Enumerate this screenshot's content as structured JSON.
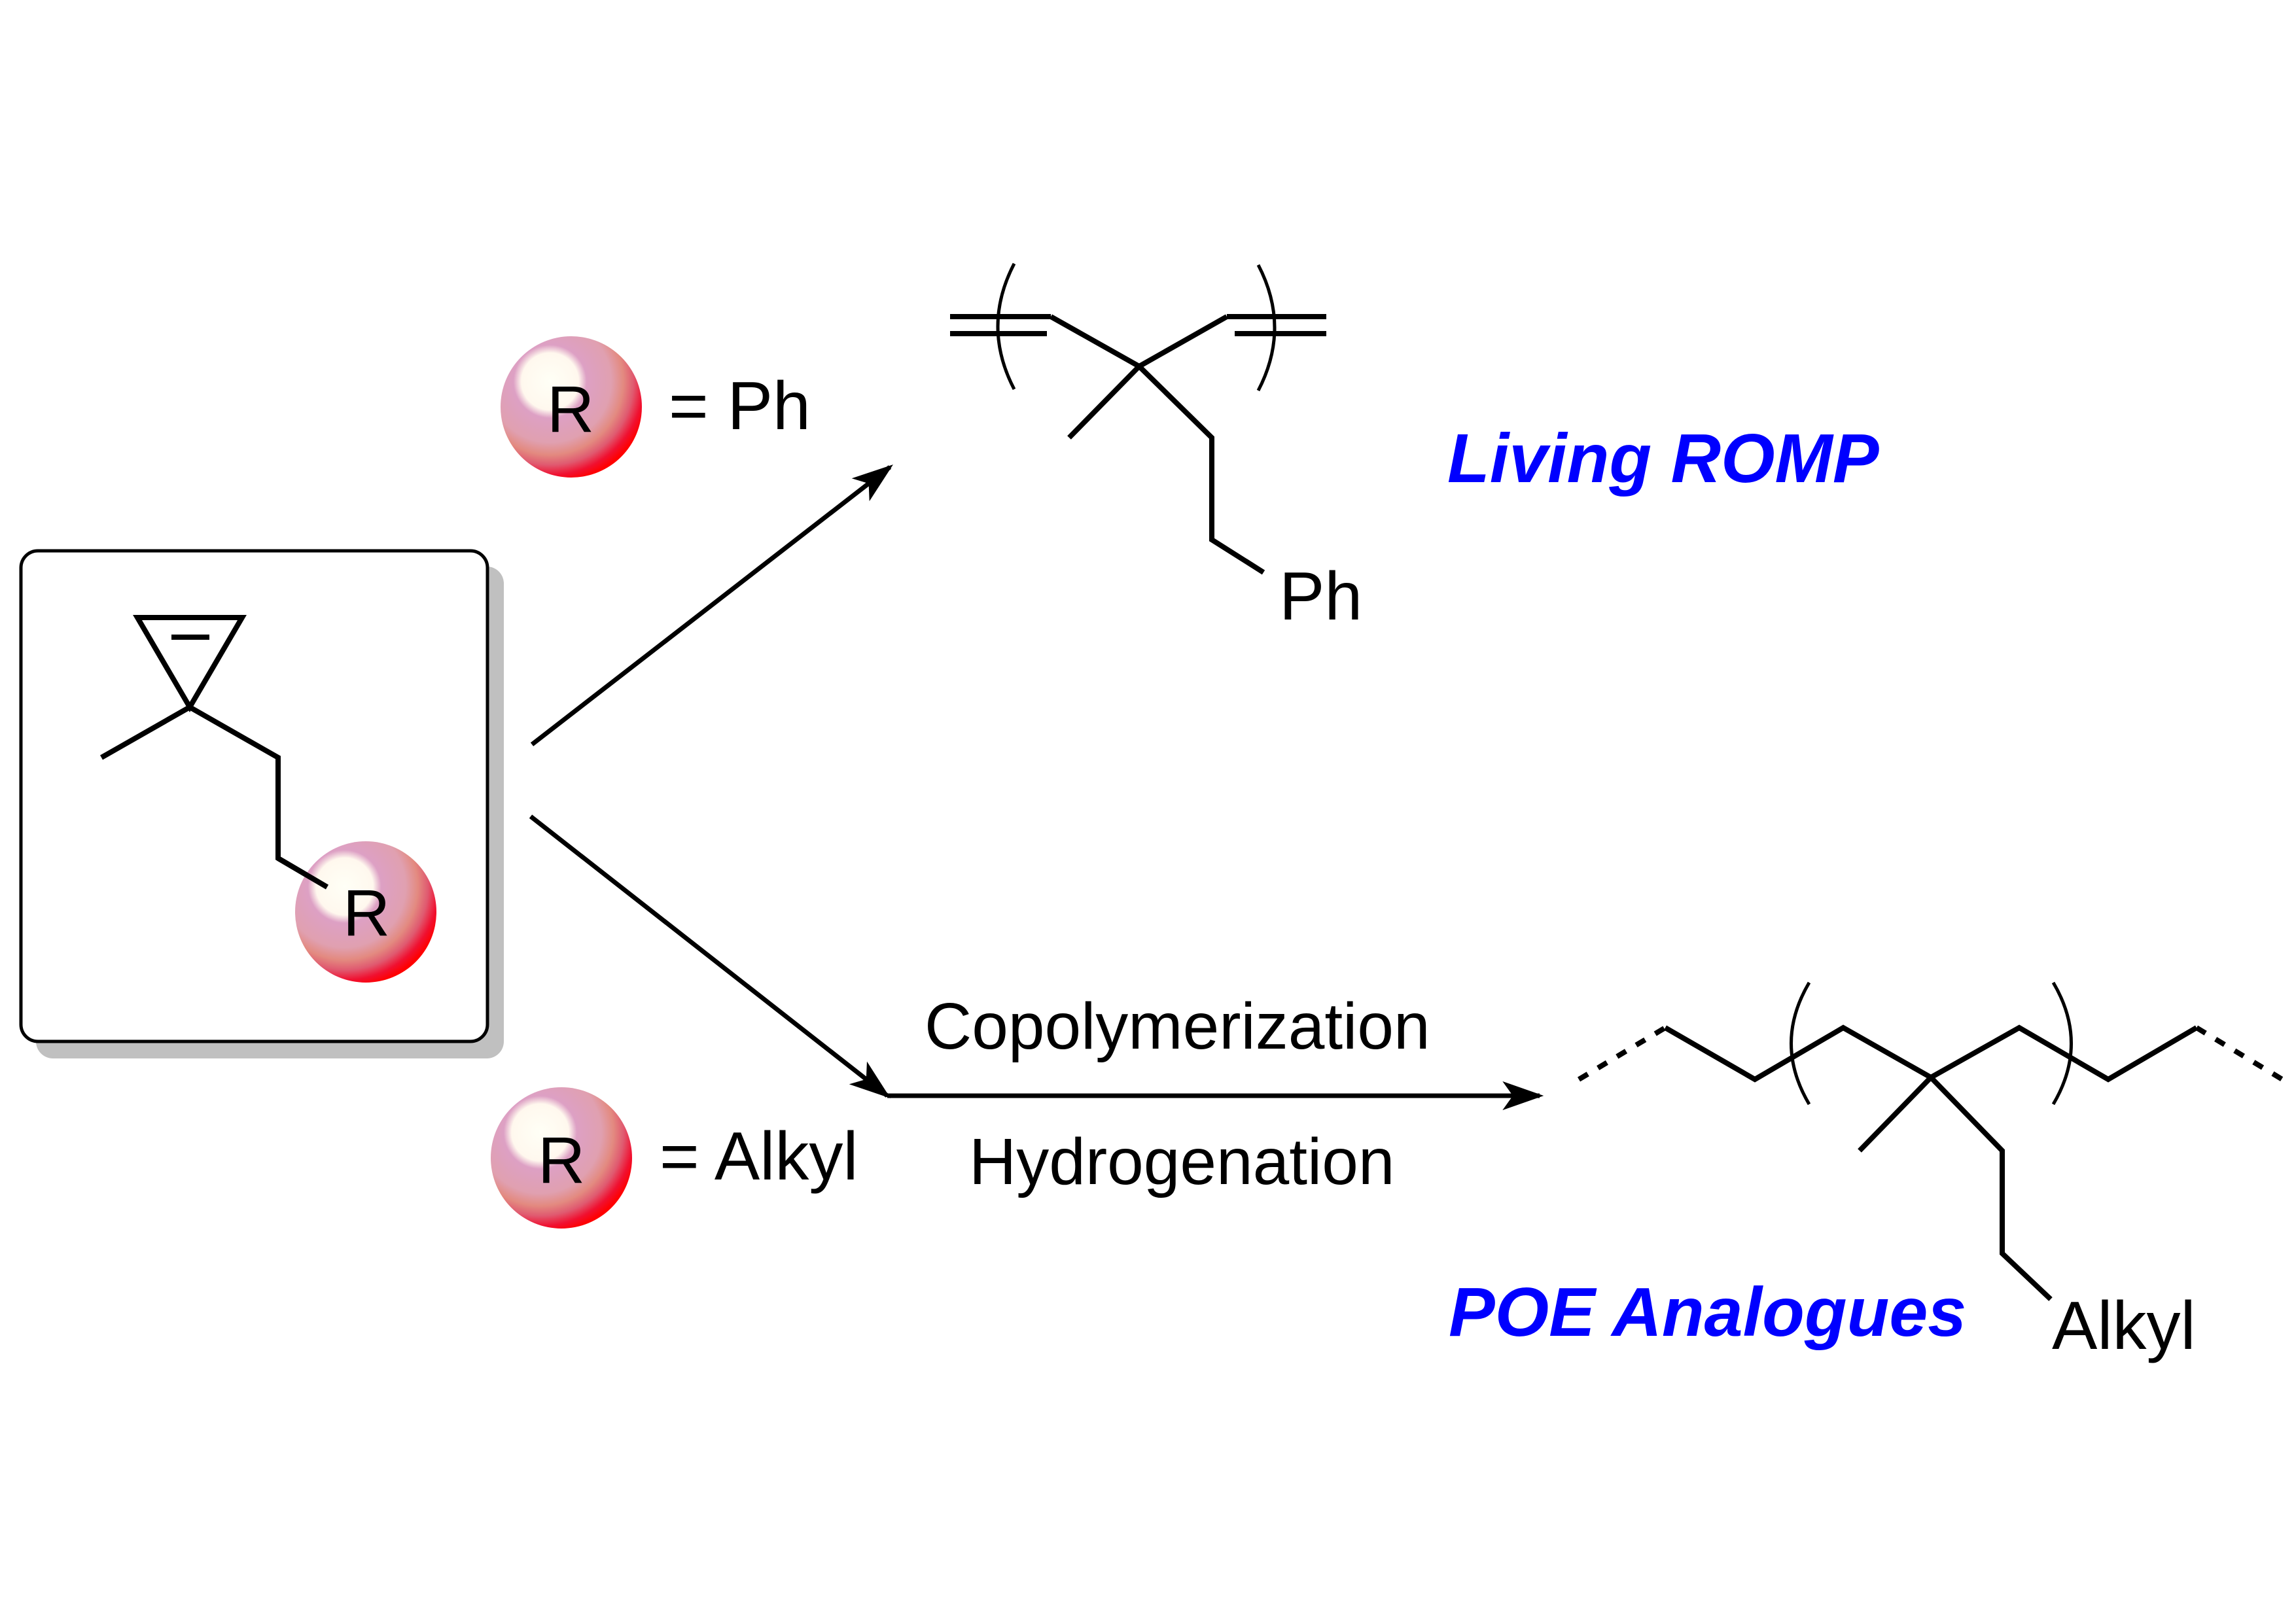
{
  "colors": {
    "title_blue": "#0000FF",
    "sphere_edge": "#FF0000",
    "sphere_mid": "#E06070",
    "sphere_inner": "#DDA0C0",
    "sphere_highlight": "#FFFCF0",
    "box_shadow": "#C0C0C0",
    "ink": "#000000"
  },
  "monomer": {
    "substituent_label": "R",
    "description": "3-methyl-3-substituted cyclopropene"
  },
  "top_route": {
    "r_label": "R",
    "r_definition": "= Ph",
    "product_end_group": "Ph",
    "title": "Living ROMP"
  },
  "bottom_route": {
    "r_label": "R",
    "r_definition": "= Alkyl",
    "condition_above": "Copolymerization",
    "condition_below": "Hydrogenation",
    "product_end_group": "Alkyl",
    "title": "POE Analogues"
  },
  "icons": {
    "substituent_sphere": "red-sphere-icon",
    "reaction_arrow": "arrow-icon"
  }
}
